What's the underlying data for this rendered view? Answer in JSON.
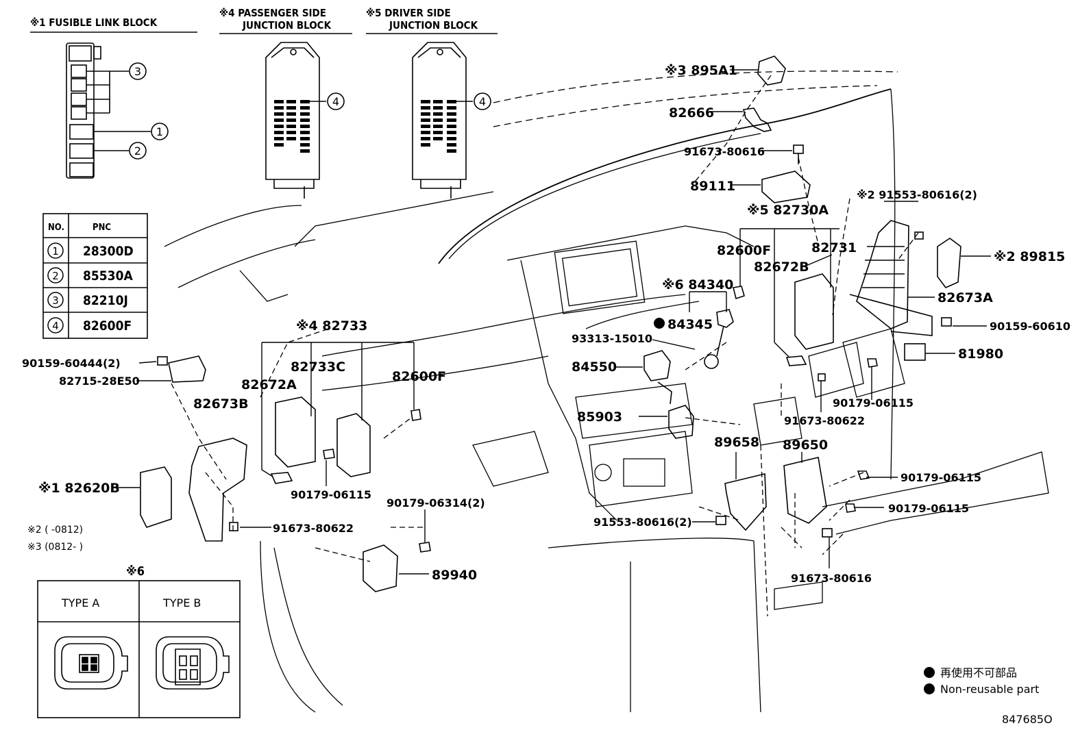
{
  "blocks": {
    "fusible": "※1 FUSIBLE LINK BLOCK",
    "passenger_line1": "※4 PASSENGER SIDE",
    "passenger_line2": "JUNCTION BLOCK",
    "driver_line1": "※5 DRIVER SIDE",
    "driver_line2": "JUNCTION BLOCK"
  },
  "pnc_table": {
    "headers": [
      "NO.",
      "PNC"
    ],
    "rows": [
      {
        "no": "1",
        "pnc": "28300D"
      },
      {
        "no": "2",
        "pnc": "85530A"
      },
      {
        "no": "3",
        "pnc": "82210J"
      },
      {
        "no": "4",
        "pnc": "82600F"
      }
    ]
  },
  "callouts": {
    "c1": "1",
    "c2": "2",
    "c3": "3",
    "c4": "4"
  },
  "notes": {
    "n2": "※2 (      -0812)",
    "n3": "※3 (0812-      )"
  },
  "type_box": {
    "title": "※6",
    "type_a": "TYPE A",
    "type_b": "TYPE B"
  },
  "legend": {
    "jp": "再使用不可部品",
    "en": "Non-reusable part"
  },
  "figure_id": "847685O",
  "parts": {
    "p895A1": "※3 895A1",
    "p82666": "82666",
    "p91673_80616_top": "91673-80616",
    "p89111": "89111",
    "p82730A": "※5 82730A",
    "p91553_80616_2_top": "※2 91553-80616(2)",
    "p82600F_right": "82600F",
    "p82731": "82731",
    "p82672B": "82672B",
    "p89815": "※2 89815",
    "p84340": "※6 84340",
    "p82673A": "82673A",
    "p84345": "84345",
    "p90159_60610": "90159-60610",
    "p93313_15010": "93313-15010",
    "p81980": "81980",
    "p82733": "※4 82733",
    "p90159_60444": "90159-60444(2)",
    "p84550": "84550",
    "p82733C": "82733C",
    "p82600F_left": "82600F",
    "p82715": "82715-28E50",
    "p82672A": "82672A",
    "p90179_06115_a": "90179-06115",
    "p82673B": "82673B",
    "p91673_80622_right": "91673-80622",
    "p85903": "85903",
    "p89658": "89658",
    "p89650": "89650",
    "p82620B": "※1 82620B",
    "p90179_06115_b": "90179-06115",
    "p90179_06115_c": "90179-06115",
    "p90179_06115_d": "90179-06115",
    "p90179_06314": "90179-06314(2)",
    "p91673_80622_left": "91673-80622",
    "p91553_80616_2_bottom": "91553-80616(2)",
    "p89940": "89940",
    "p91673_80616_bottom": "91673-80616"
  }
}
